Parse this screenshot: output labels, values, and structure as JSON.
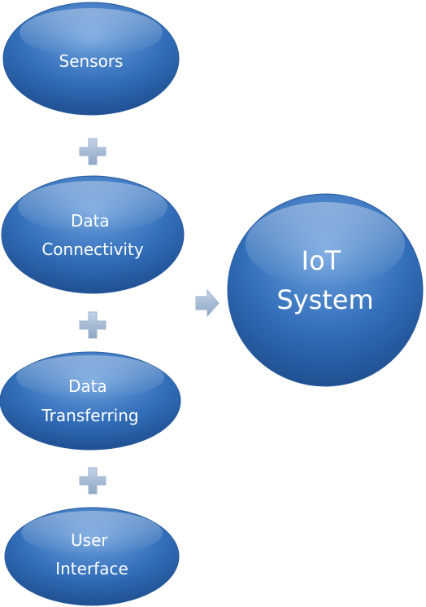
{
  "nodes": {
    "sensors": {
      "lines": [
        "Sensors"
      ]
    },
    "data_connectivity": {
      "lines": [
        "Data",
        "Connectivity"
      ]
    },
    "data_transferring": {
      "lines": [
        "Data",
        "Transferring"
      ]
    },
    "user_interface": {
      "lines": [
        "User",
        "Interface"
      ]
    },
    "iot_system": {
      "lines": [
        "IoT",
        "System"
      ]
    }
  },
  "connectors": {
    "plus_icon": "plus-icon",
    "arrow_icon": "arrow-right-icon"
  },
  "colors": {
    "node_fill_top": "#5a8fcf",
    "node_fill_bottom": "#1f4f94",
    "node_stroke": "#2a5c9e",
    "connector_fill": "#a9bcd6",
    "text": "#ffffff"
  }
}
